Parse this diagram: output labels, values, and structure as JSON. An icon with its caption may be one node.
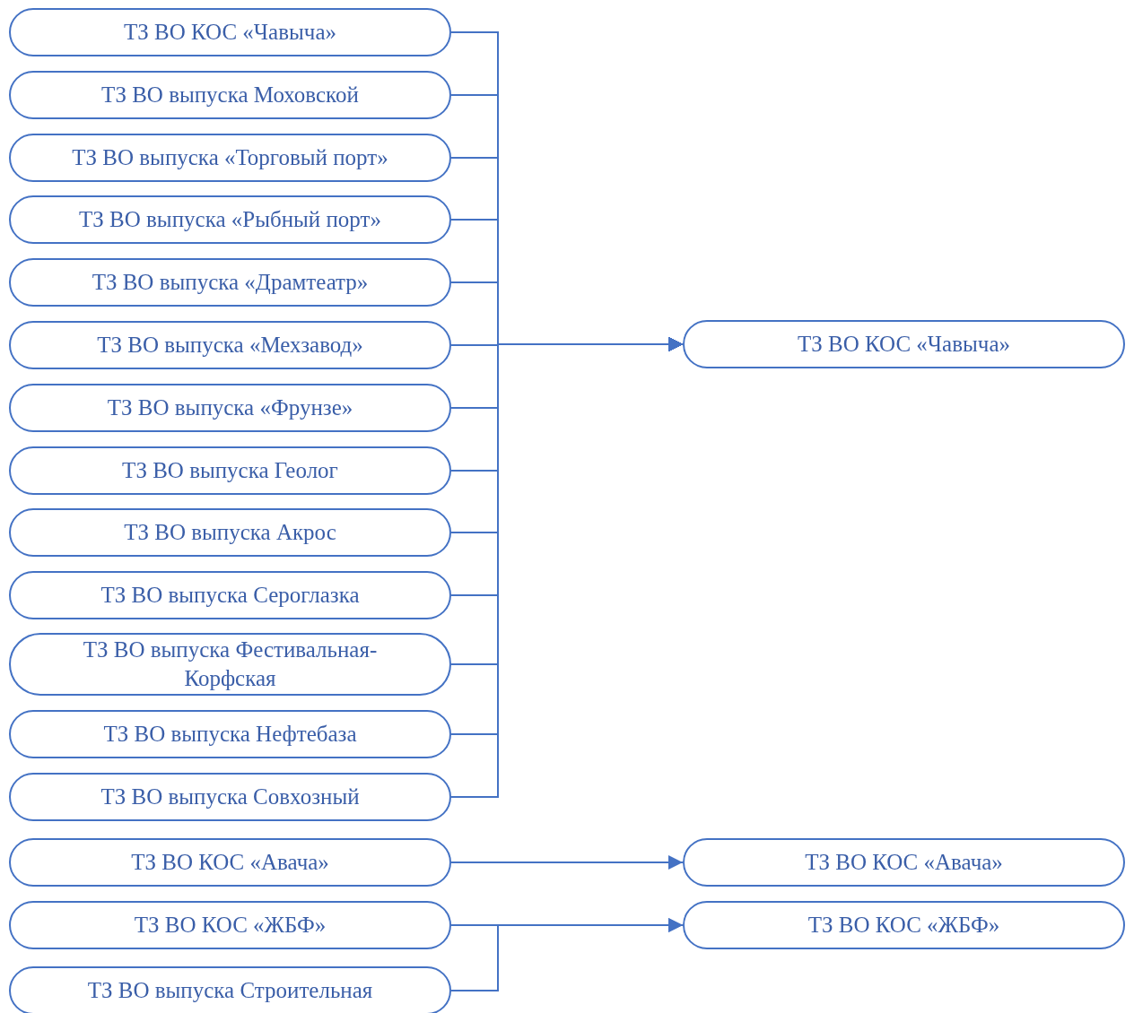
{
  "diagram": {
    "nodes": [
      {
        "text": [
          "ТЗ ВО КОС «Чавыча»"
        ]
      },
      {
        "text": [
          "ТЗ ВО выпуска Моховской"
        ]
      },
      {
        "text": [
          "ТЗ ВО выпуска «Торговый порт»"
        ]
      },
      {
        "text": [
          "ТЗ ВО выпуска «Рыбный порт»"
        ]
      },
      {
        "text": [
          "ТЗ ВО выпуска «Драмтеатр»"
        ]
      },
      {
        "text": [
          "ТЗ ВО выпуска «Мехзавод»"
        ]
      },
      {
        "text": [
          "ТЗ ВО выпуска «Фрунзе»"
        ]
      },
      {
        "text": [
          "ТЗ ВО выпуска Геолог"
        ]
      },
      {
        "text": [
          "ТЗ ВО выпуска Акрос"
        ]
      },
      {
        "text": [
          "ТЗ ВО выпуска Сероглазка"
        ]
      },
      {
        "text": [
          "ТЗ ВО выпуска Фестивальная-Корфская"
        ]
      },
      {
        "text": [
          "ТЗ ВО выпуска Нефтебаза"
        ]
      },
      {
        "text": [
          "ТЗ ВО выпуска Совхозный"
        ]
      },
      {
        "text": [
          "ТЗ ВО КОС «Чавыча»"
        ]
      },
      {
        "text": [
          "ТЗ ВО КОС «Авача»"
        ]
      },
      {
        "text": [
          "ТЗ ВО КОС «Авача»"
        ]
      },
      {
        "text": [
          "ТЗ ВО КОС «ЖБФ»"
        ]
      },
      {
        "text": [
          "ТЗ ВО КОС «ЖБФ»"
        ]
      },
      {
        "text": [
          "ТЗ ВО выпуска Строительная"
        ]
      }
    ],
    "edges": [
      {
        "from": 0,
        "to": 13,
        "arrow": "to"
      },
      {
        "from": 1,
        "to": 13,
        "arrow": "to"
      },
      {
        "from": 2,
        "to": 13,
        "arrow": "to"
      },
      {
        "from": 3,
        "to": 13,
        "arrow": "to"
      },
      {
        "from": 4,
        "to": 13,
        "arrow": "to"
      },
      {
        "from": 5,
        "to": 13,
        "arrow": "to"
      },
      {
        "from": 6,
        "to": 13,
        "arrow": "to"
      },
      {
        "from": 7,
        "to": 13,
        "arrow": "to"
      },
      {
        "from": 8,
        "to": 13,
        "arrow": "to"
      },
      {
        "from": 9,
        "to": 13,
        "arrow": "to"
      },
      {
        "from": 10,
        "to": 13,
        "arrow": "to"
      },
      {
        "from": 11,
        "to": 13,
        "arrow": "to"
      },
      {
        "from": 12,
        "to": 13,
        "arrow": "to"
      },
      {
        "from": 14,
        "to": 15,
        "arrow": "to"
      },
      {
        "from": 16,
        "to": 17,
        "arrow": "to"
      },
      {
        "from": 18,
        "to": 17,
        "arrow": "to"
      }
    ]
  }
}
